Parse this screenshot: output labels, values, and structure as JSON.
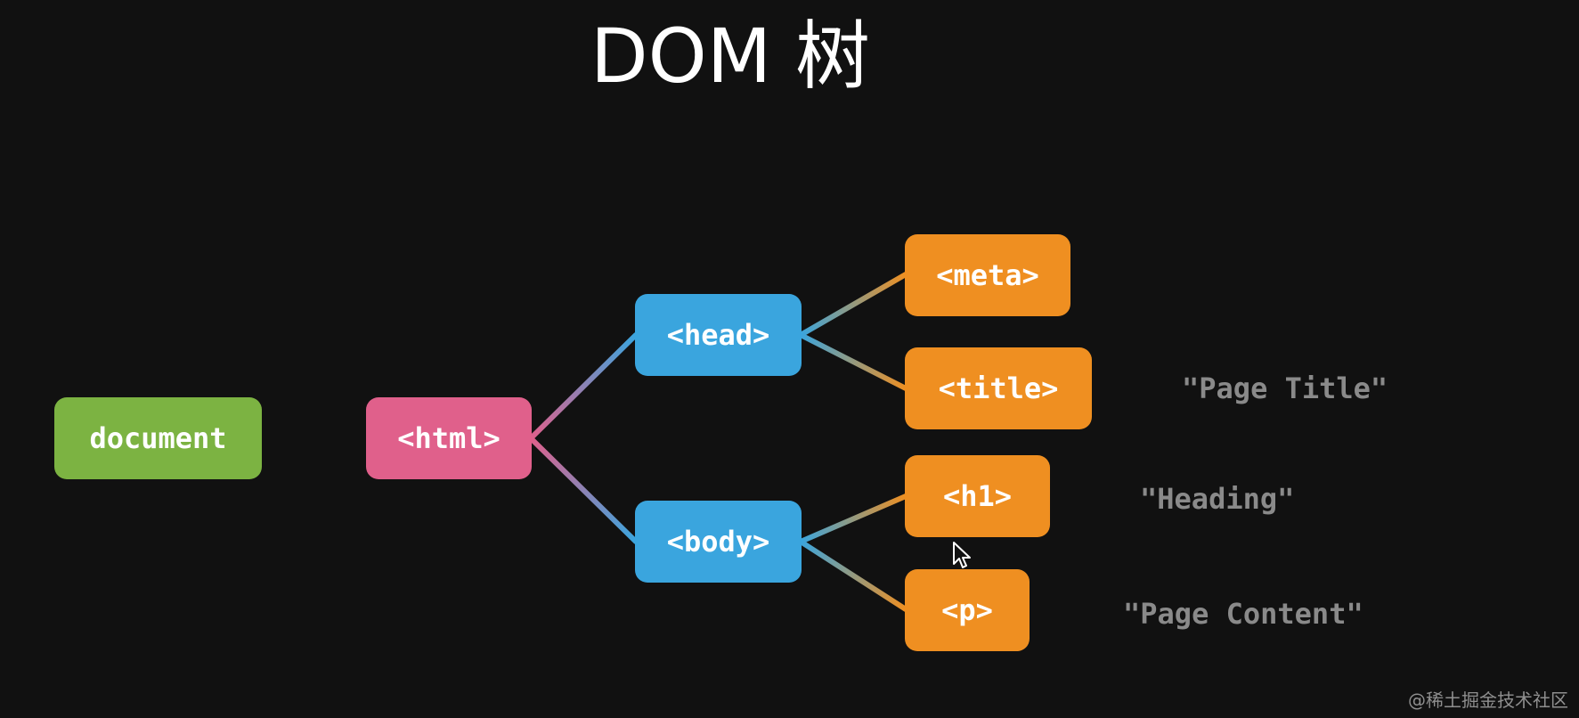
{
  "title": "DOM 树",
  "nodes": {
    "document": "document",
    "html": "<html>",
    "head": "<head>",
    "body": "<body>",
    "meta": "<meta>",
    "title": "<title>",
    "h1": "<h1>",
    "p": "<p>"
  },
  "text_nodes": {
    "page_title": "\"Page Title\"",
    "heading": "\"Heading\"",
    "page_content": "\"Page Content\""
  },
  "watermark": "@稀土掘金技术社区",
  "colors": {
    "background": "#111111",
    "document": "#7cb342",
    "html": "#e0608b",
    "head_body": "#3aa5de",
    "leaf_elements": "#ef8f21",
    "text_nodes": "#8a8a8a"
  }
}
